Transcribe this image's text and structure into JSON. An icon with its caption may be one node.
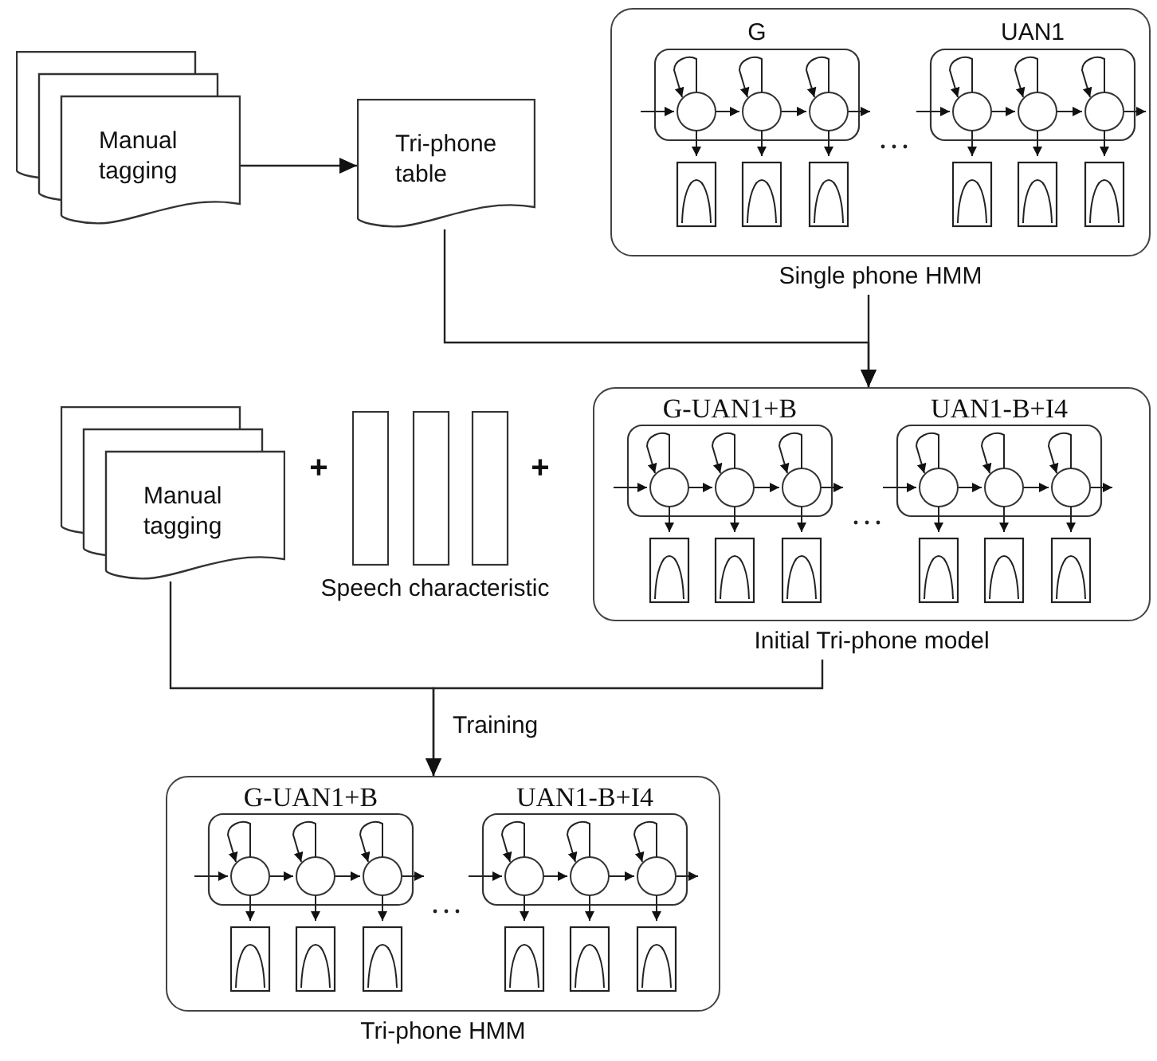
{
  "diagram": {
    "nodes": [
      {
        "text": [
          "Manual tagging"
        ]
      },
      {
        "text": [
          "Tri-phone table"
        ]
      },
      {
        "text": [
          "Single phone HMM"
        ]
      },
      {
        "text": [
          "G"
        ],
        "in": 2
      },
      {
        "text": [
          "UAN1"
        ],
        "in": 2
      },
      {
        "text": [
          "Manual tagging"
        ]
      },
      {
        "text": [
          "Initial Tri-phone model"
        ]
      },
      {
        "text": [
          "G-UAN1+B"
        ],
        "in": 6
      },
      {
        "text": [
          "UAN1-B+I4"
        ],
        "in": 6
      },
      {
        "text": [
          "Tri-phone HMM"
        ]
      },
      {
        "text": [
          "G-UAN1+B"
        ],
        "in": 9
      },
      {
        "text": [
          "UAN1-B+I4"
        ],
        "in": 9
      }
    ],
    "edges": [
      {
        "from": 0,
        "to": 1,
        "arrow": "to"
      },
      {
        "from": 1,
        "to": 6,
        "arrow": "to"
      },
      {
        "from": 2,
        "to": 6,
        "arrow": "to"
      },
      {
        "from": 5,
        "to": 9,
        "arrow": "to",
        "label": "Training"
      },
      {
        "from": 6,
        "to": 9,
        "arrow": "to"
      }
    ],
    "labels": [
      "+",
      "+",
      "Speech characteristic"
    ]
  }
}
